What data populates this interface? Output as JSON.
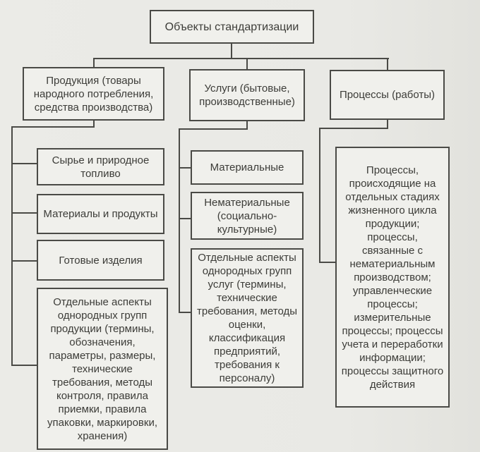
{
  "colors": {
    "background": "#e9e9e5",
    "box_fill": "#f0f0ec",
    "line": "#4a4a46",
    "text": "#3c3c38"
  },
  "tree": {
    "root": "Объекты стандартизации",
    "branches": [
      {
        "label": "Продукция (товары народного потребления, средства производства)",
        "children": [
          "Сырье и природное топливо",
          "Материалы и продукты",
          "Готовые изделия",
          "Отдельные аспекты однородных групп продукции (термины, обозначения, параметры, размеры, технические требования, методы контроля, правила приемки, правила упаковки, маркировки, хранения)"
        ]
      },
      {
        "label": "Услуги (бытовые, производственные)",
        "children": [
          "Материальные",
          "Нематериальные (социально-культурные)",
          "Отдельные аспекты однородных групп услуг (термины, технические требования, методы оценки, классификация предприятий, требования к персоналу)"
        ]
      },
      {
        "label": "Процессы (работы)",
        "children": [
          "Процессы, происходящие на отдельных стадиях жизненного цикла продукции; процессы, связанные с нематериальным производством; управленческие процессы; измерительные процессы; процессы учета и переработки информации; процессы защитного действия"
        ]
      }
    ]
  }
}
